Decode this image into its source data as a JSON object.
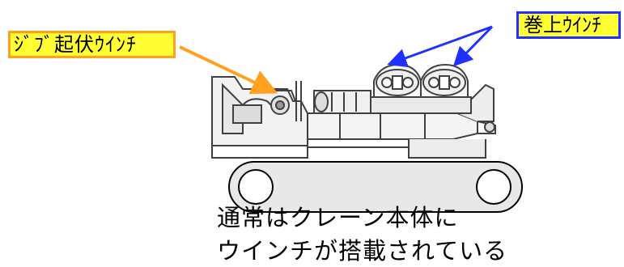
{
  "labels": {
    "jib_winch": "ｼﾞﾌﾞ起伏ｳｲﾝﾁ",
    "hoist_winch": "巻上ｳｲﾝﾁ"
  },
  "caption": {
    "line1": "通常はクレーン本体に",
    "line2": "ウインチが搭載されている"
  },
  "colors": {
    "jib_arrow": "#ffa020",
    "hoist_arrow": "#2030ff",
    "label_fill": "#ffff33",
    "machine_line": "#404040"
  }
}
